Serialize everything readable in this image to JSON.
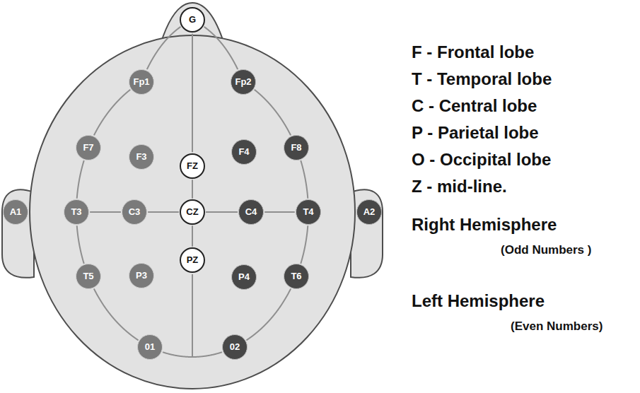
{
  "diagram": {
    "nodes": [
      {
        "text": [
          "G"
        ]
      },
      {
        "text": [
          "Fp1"
        ]
      },
      {
        "text": [
          "Fp2"
        ]
      },
      {
        "text": [
          "F7"
        ]
      },
      {
        "text": [
          "F3"
        ]
      },
      {
        "text": [
          "FZ"
        ]
      },
      {
        "text": [
          "F4"
        ]
      },
      {
        "text": [
          "F8"
        ]
      },
      {
        "text": [
          "A1"
        ]
      },
      {
        "text": [
          "T3"
        ]
      },
      {
        "text": [
          "C3"
        ]
      },
      {
        "text": [
          "CZ"
        ]
      },
      {
        "text": [
          "C4"
        ]
      },
      {
        "text": [
          "T4"
        ]
      },
      {
        "text": [
          "A2"
        ]
      },
      {
        "text": [
          "T5"
        ]
      },
      {
        "text": [
          "P3"
        ]
      },
      {
        "text": [
          "PZ"
        ]
      },
      {
        "text": [
          "P4"
        ]
      },
      {
        "text": [
          "T6"
        ]
      },
      {
        "text": [
          "01"
        ]
      },
      {
        "text": [
          "02"
        ]
      }
    ],
    "edges": [
      {
        "from": 1,
        "to": 0,
        "arrow": "none"
      },
      {
        "from": 0,
        "to": 2,
        "arrow": "none"
      },
      {
        "from": 1,
        "to": 3,
        "arrow": "none"
      },
      {
        "from": 3,
        "to": 9,
        "arrow": "none"
      },
      {
        "from": 9,
        "to": 15,
        "arrow": "none"
      },
      {
        "from": 15,
        "to": 20,
        "arrow": "none"
      },
      {
        "from": 20,
        "to": 21,
        "arrow": "none"
      },
      {
        "from": 2,
        "to": 7,
        "arrow": "none"
      },
      {
        "from": 7,
        "to": 13,
        "arrow": "none"
      },
      {
        "from": 13,
        "to": 19,
        "arrow": "none"
      },
      {
        "from": 19,
        "to": 21,
        "arrow": "none"
      },
      {
        "from": 0,
        "to": 5,
        "arrow": "none"
      },
      {
        "from": 5,
        "to": 11,
        "arrow": "none"
      },
      {
        "from": 11,
        "to": 17,
        "arrow": "none"
      },
      {
        "from": 9,
        "to": 10,
        "arrow": "none"
      },
      {
        "from": 10,
        "to": 11,
        "arrow": "none"
      },
      {
        "from": 11,
        "to": 12,
        "arrow": "none"
      },
      {
        "from": 12,
        "to": 13,
        "arrow": "none"
      }
    ],
    "labels": [
      "F - Frontal lobe",
      "T - Temporal lobe",
      "C - Central lobe",
      "P - Parietal lobe",
      "O - Occipital lobe",
      "Z - mid-line.",
      "Right Hemisphere",
      "(Odd Numbers )",
      "Left Hemisphere",
      "(Even Numbers)"
    ]
  }
}
